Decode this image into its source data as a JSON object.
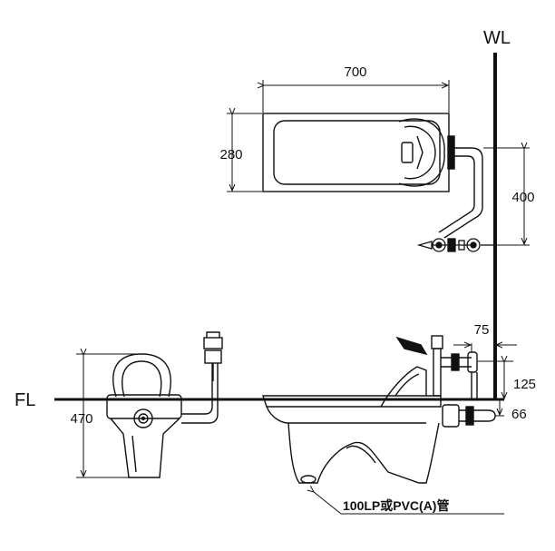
{
  "labels": {
    "wall_line": "WL",
    "floor_line": "FL",
    "pipe_note": "100LP或PVC(A)管"
  },
  "dimensions": {
    "tank_width": "700",
    "tank_height": "280",
    "tank_mount_height": "400",
    "valve_offset": "75",
    "inlet_height": "125",
    "outlet_height": "66",
    "side_height": "470"
  },
  "colors": {
    "line": "#111111",
    "background": "#ffffff"
  }
}
